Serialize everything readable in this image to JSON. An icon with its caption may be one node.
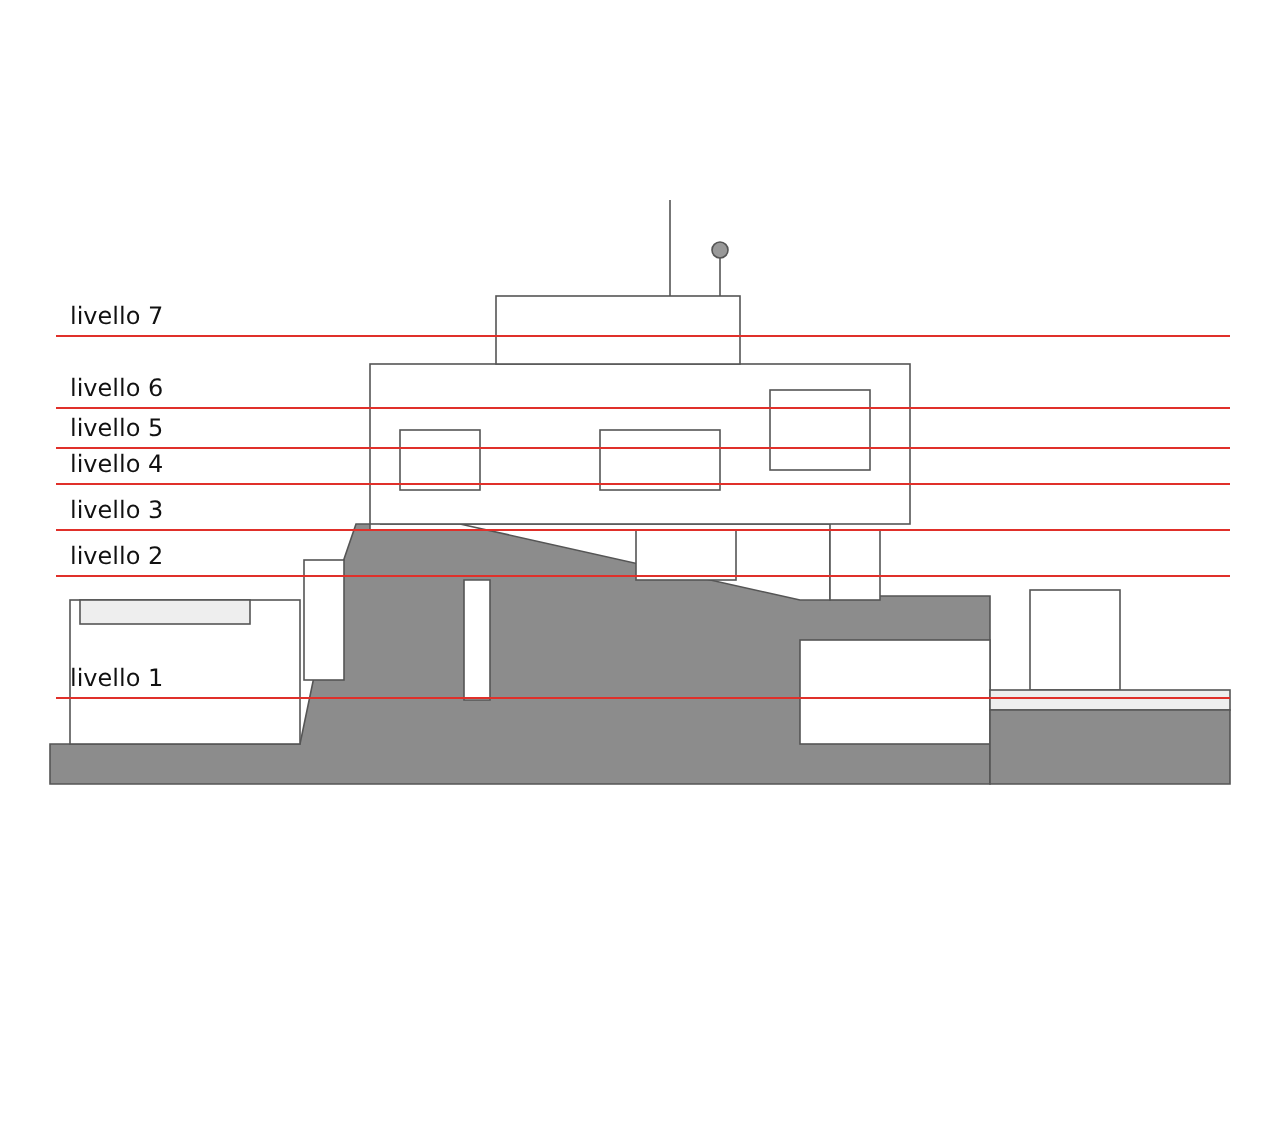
{
  "diagram": {
    "labels": [
      "livello 7",
      "livello 6",
      "livello 5",
      "livello 4",
      "livello 3",
      "livello 2",
      "livello 1"
    ]
  }
}
